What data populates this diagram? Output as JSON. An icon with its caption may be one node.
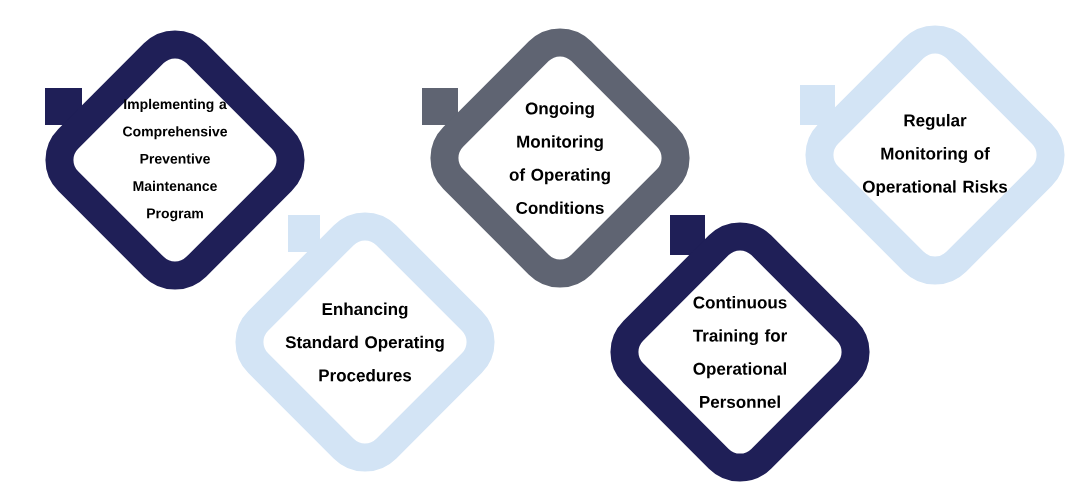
{
  "diagram": {
    "nodes": [
      {
        "text": [
          "Implementing a Comprehensive Preventive Maintenance Program"
        ]
      },
      {
        "text": [
          "Enhancing Standard Operating Procedures"
        ]
      },
      {
        "text": [
          "Ongoing Monitoring of Operating Conditions"
        ]
      },
      {
        "text": [
          "Continuous Training for Operational Personnel"
        ]
      },
      {
        "text": [
          "Regular Monitoring of Operational Risks"
        ]
      }
    ]
  }
}
